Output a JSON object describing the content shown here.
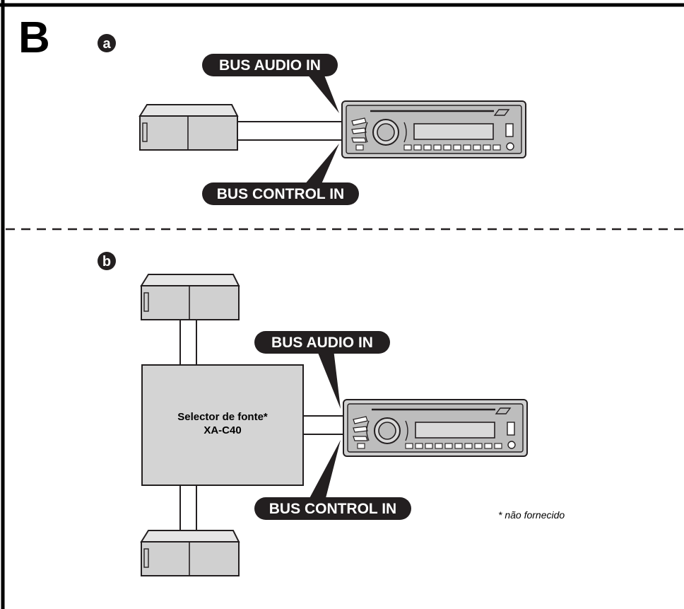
{
  "section_label": "B",
  "panel_a": {
    "label": "a",
    "audio_label": "BUS AUDIO IN",
    "control_label": "BUS CONTROL IN"
  },
  "panel_b": {
    "label": "b",
    "audio_label": "BUS AUDIO IN",
    "control_label": "BUS CONTROL IN",
    "selector_name": "Selector de fonte*",
    "selector_model": "XA-C40"
  },
  "footnote": "* não fornecido",
  "colors": {
    "pill": "#231f20",
    "device_fill": "#d4d4d4",
    "device_stroke": "#231f20",
    "selector_fill": "#d4d4d4"
  }
}
